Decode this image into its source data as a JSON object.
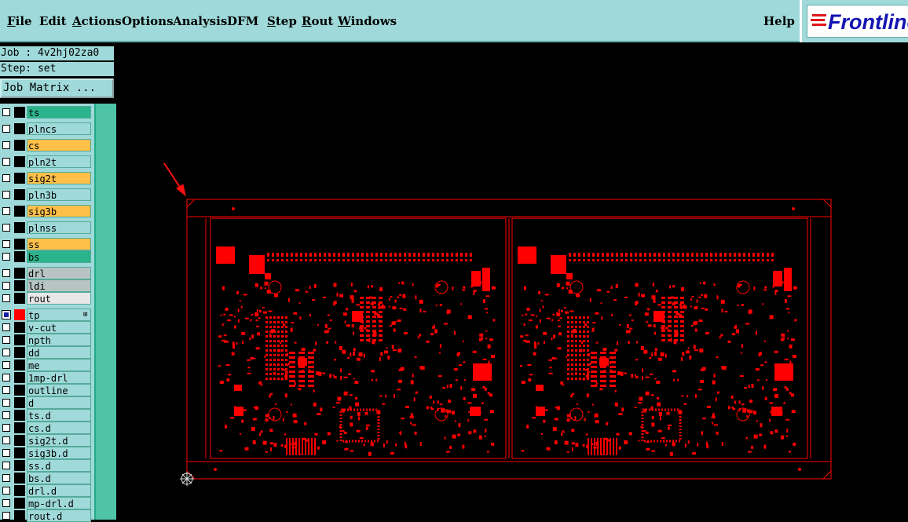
{
  "menu": {
    "items": [
      "File",
      "Edit",
      "Actions",
      "Options",
      "Analysis",
      "DFM",
      "Step",
      "Rout",
      "Windows"
    ],
    "help": "Help",
    "logo": "Frontline"
  },
  "job": {
    "job_line": "Job : 4v2hj02za0",
    "step_line": "Step: set",
    "matrix_button": "Job Matrix ..."
  },
  "colors": {
    "board_layer": "#ff0000",
    "menu_bg": "#9fd9d9",
    "layer_teal": "#2bb48c",
    "layer_orange": "#ffc04a",
    "layer_cyan": "#9fd9d9",
    "layer_gray": "#b8c4c4",
    "layer_lightgray": "#e8e8e8"
  },
  "layers": [
    {
      "name": "ts",
      "color": "#2bb48c",
      "checked": false
    },
    {
      "name": "plncs",
      "color": "#9fd9d9",
      "checked": false
    },
    {
      "name": "cs",
      "color": "#ffc04a",
      "checked": false
    },
    {
      "name": "pln2t",
      "color": "#9fd9d9",
      "checked": false
    },
    {
      "name": "sig2t",
      "color": "#ffc04a",
      "checked": false
    },
    {
      "name": "pln3b",
      "color": "#9fd9d9",
      "checked": false
    },
    {
      "name": "sig3b",
      "color": "#ffc04a",
      "checked": false
    },
    {
      "name": "plnss",
      "color": "#9fd9d9",
      "checked": false
    },
    {
      "name": "ss",
      "color": "#ffc04a",
      "checked": false
    },
    {
      "name": "bs",
      "color": "#2bb48c",
      "checked": false
    },
    {
      "name": "drl",
      "color": "#b8c4c4",
      "checked": false
    },
    {
      "name": "ldi",
      "color": "#b8c4c4",
      "checked": false
    },
    {
      "name": "rout",
      "color": "#e8e8e8",
      "checked": false
    },
    {
      "name": "tp",
      "color": "#9fd9d9",
      "checked": true,
      "swatch": "#ff0000",
      "marker": "⊞"
    },
    {
      "name": "v-cut",
      "color": "#9fd9d9",
      "checked": false
    },
    {
      "name": "npth",
      "color": "#9fd9d9",
      "checked": false
    },
    {
      "name": "dd",
      "color": "#9fd9d9",
      "checked": false
    },
    {
      "name": "me",
      "color": "#9fd9d9",
      "checked": false
    },
    {
      "name": "1mp-drl",
      "color": "#9fd9d9",
      "checked": false
    },
    {
      "name": "outline",
      "color": "#9fd9d9",
      "checked": false
    },
    {
      "name": "d",
      "color": "#9fd9d9",
      "checked": false
    },
    {
      "name": "ts.d",
      "color": "#9fd9d9",
      "checked": false
    },
    {
      "name": "cs.d",
      "color": "#9fd9d9",
      "checked": false
    },
    {
      "name": "sig2t.d",
      "color": "#9fd9d9",
      "checked": false
    },
    {
      "name": "sig3b.d",
      "color": "#9fd9d9",
      "checked": false
    },
    {
      "name": "ss.d",
      "color": "#9fd9d9",
      "checked": false
    },
    {
      "name": "bs.d",
      "color": "#9fd9d9",
      "checked": false
    },
    {
      "name": "drl.d",
      "color": "#9fd9d9",
      "checked": false
    },
    {
      "name": "mp-drl.d",
      "color": "#9fd9d9",
      "checked": false
    },
    {
      "name": "rout.d",
      "color": "#9fd9d9",
      "checked": false
    }
  ]
}
